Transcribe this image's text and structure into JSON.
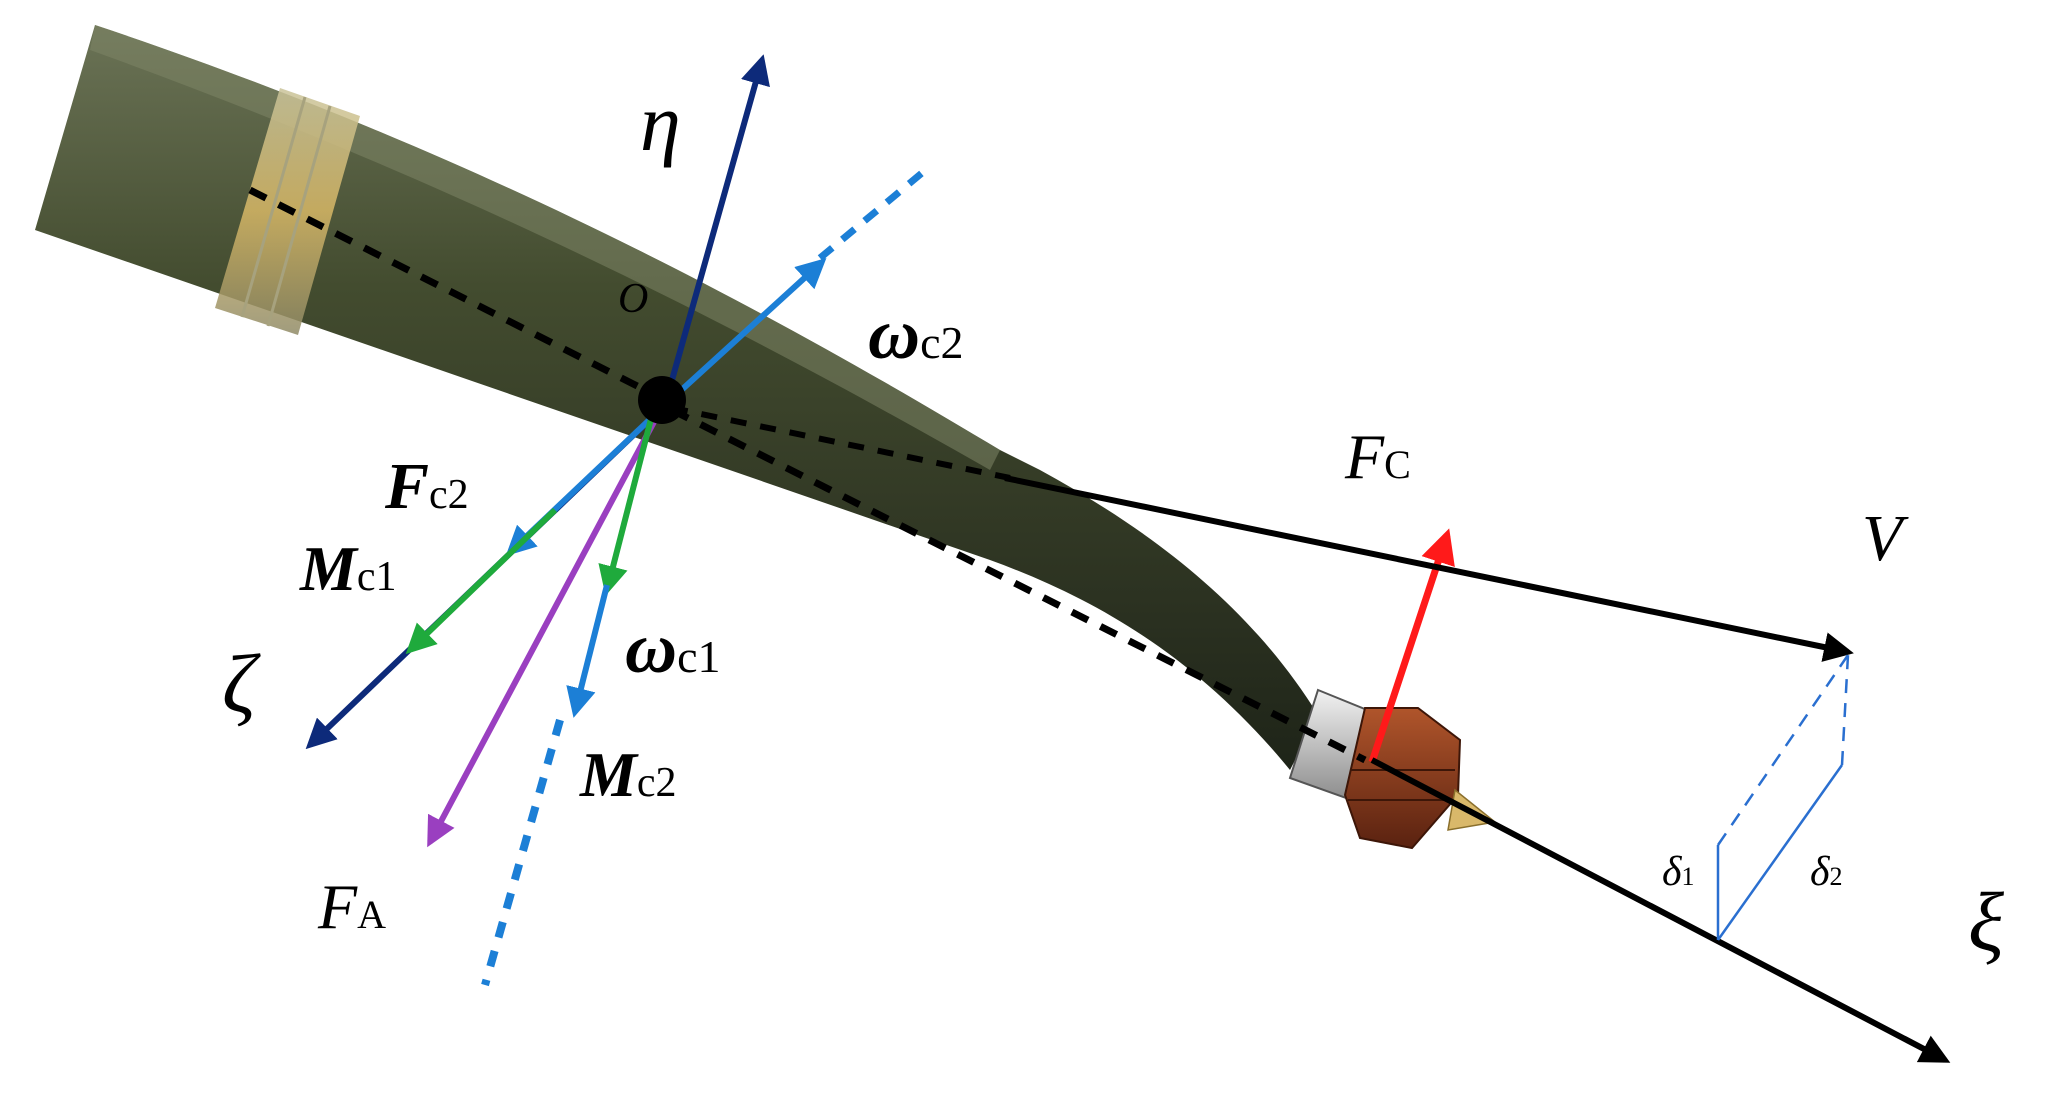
{
  "diagram": {
    "labels": {
      "eta": "η",
      "origin": "O",
      "omega_c2": {
        "main": "ω",
        "sub": "c2"
      },
      "F_c2": {
        "main": "F",
        "sub": "c2"
      },
      "M_c1": {
        "main": "M",
        "sub": "c1"
      },
      "zeta": "ζ",
      "omega_c1": {
        "main": "ω",
        "sub": "c1"
      },
      "M_c2": {
        "main": "M",
        "sub": "c2"
      },
      "F_A": {
        "main": "F",
        "sub": "A"
      },
      "F_C": {
        "main": "F",
        "sub": "C"
      },
      "V": "V",
      "delta_1": {
        "main": "δ",
        "sub": "1"
      },
      "delta_2": {
        "main": "δ",
        "sub": "2"
      },
      "xi": "ξ"
    },
    "colors": {
      "eta_axis": "#0d2a7a",
      "zeta_axis": "#0d2a7a",
      "light_blue_vectors": "#1c7fd6",
      "green_vector": "#1faa3c",
      "purple_vector": "#9a3fc0",
      "red_vector": "#ff1a1a",
      "black_vectors": "#000000",
      "thin_blue_lines": "#2a6fd0",
      "projectile_body": "#3f4a2c",
      "fuse_head": "#8a3a1e"
    }
  }
}
